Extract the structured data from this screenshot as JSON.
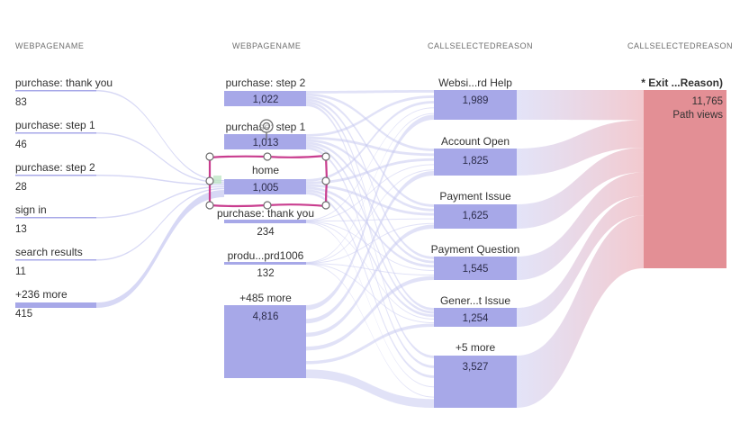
{
  "columns": [
    {
      "header": "WEBPAGENAME"
    },
    {
      "header": "WEBPAGENAME"
    },
    {
      "header": "CALLSELECTEDREASON"
    },
    {
      "header": "CALLSELECTEDREASON"
    }
  ],
  "col1": [
    {
      "label": "purchase: thank you",
      "value": "83"
    },
    {
      "label": "purchase: step 1",
      "value": "46"
    },
    {
      "label": "purchase: step 2",
      "value": "28"
    },
    {
      "label": "sign in",
      "value": "13"
    },
    {
      "label": "search results",
      "value": "11"
    },
    {
      "label": "+236 more",
      "value": "415"
    }
  ],
  "col2": [
    {
      "label": "purchase: step 2",
      "value": "1,022"
    },
    {
      "label": "purchase: step 1",
      "value": "1,013"
    },
    {
      "label": "home",
      "value": "1,005",
      "selected": true
    },
    {
      "label": "purchase: thank you",
      "value": "234"
    },
    {
      "label": "produ...prd1006",
      "value": "132"
    },
    {
      "label": "+485 more",
      "value": "4,816"
    }
  ],
  "col3": [
    {
      "label": "Websi...rd Help",
      "value": "1,989"
    },
    {
      "label": "Account Open",
      "value": "1,825"
    },
    {
      "label": "Payment Issue",
      "value": "1,625"
    },
    {
      "label": "Payment Question",
      "value": "1,545"
    },
    {
      "label": "Gener...t Issue",
      "value": "1,254"
    },
    {
      "label": "+5 more",
      "value": "3,527"
    }
  ],
  "col4": [
    {
      "label": "* Exit ...Reason)",
      "value": "11,765",
      "sublabel": "Path views"
    }
  ],
  "colors": {
    "node": "#a7a8e8",
    "link": "#c9cbf1",
    "exit": "#e38f95",
    "selection": "#c93d8f",
    "handle_stroke": "#6e6e6e"
  }
}
